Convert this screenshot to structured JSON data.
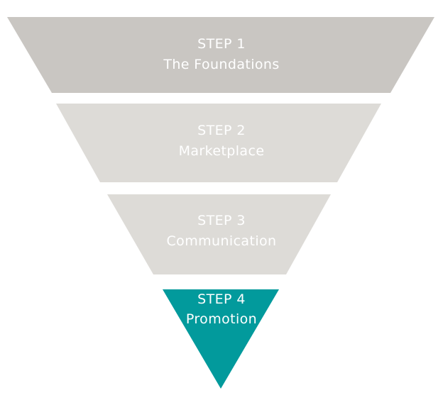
{
  "funnel": {
    "stages": [
      {
        "step": "STEP 1",
        "name": "The Foundations",
        "color": "#c9c6c2"
      },
      {
        "step": "STEP 2",
        "name": "Marketplace",
        "color": "#dddbd7"
      },
      {
        "step": "STEP 3",
        "name": "Communication",
        "color": "#dddbd7"
      },
      {
        "step": "STEP 4",
        "name": "Promotion",
        "color": "#029a9c"
      }
    ]
  }
}
